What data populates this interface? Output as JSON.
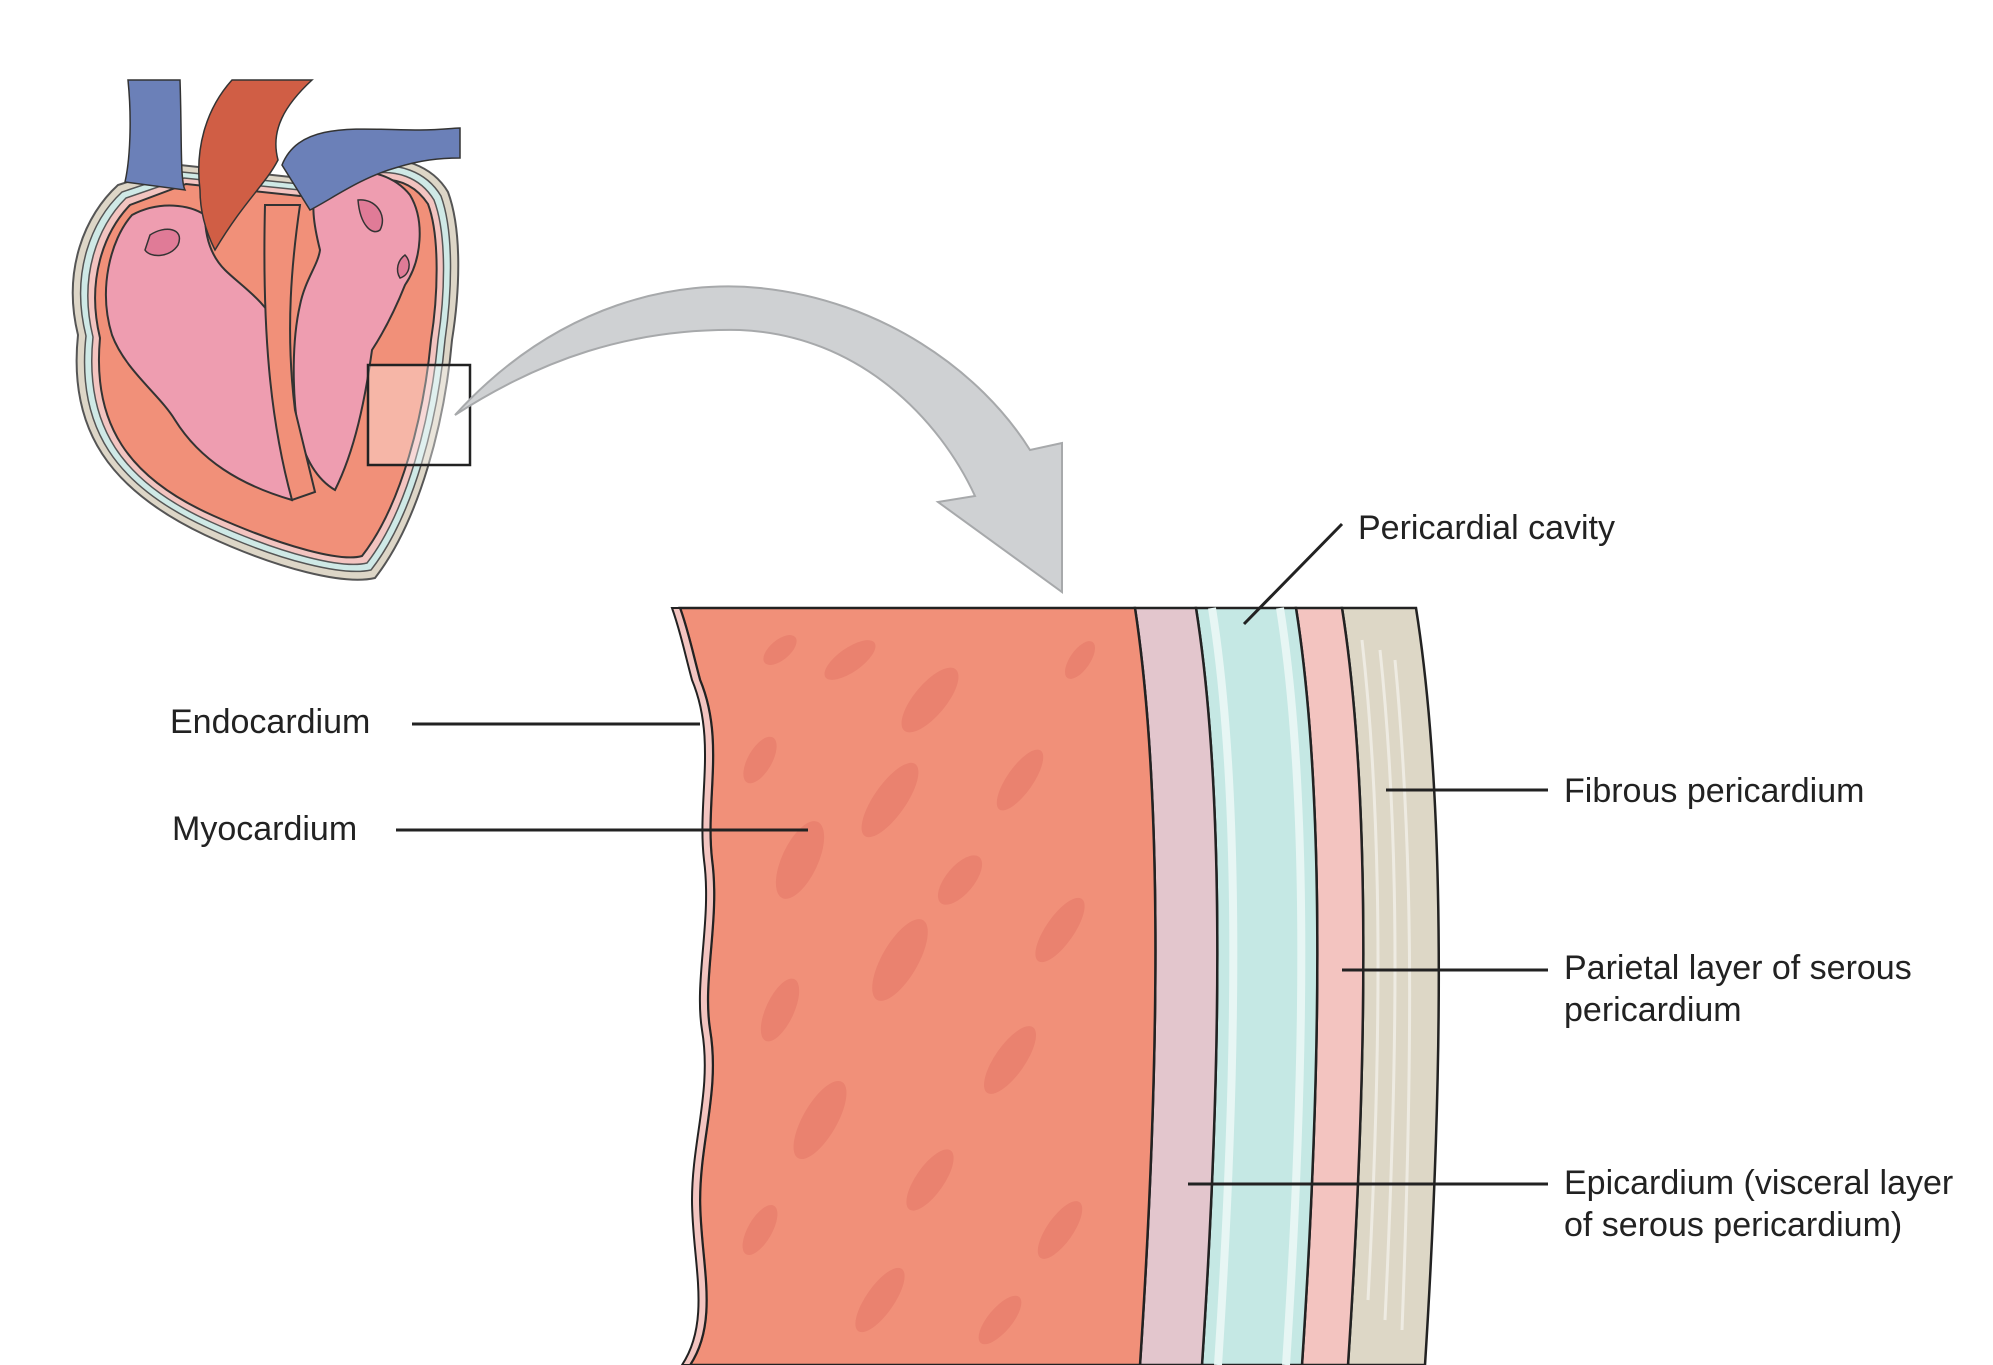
{
  "labels": {
    "pericardial_cavity": "Pericardial cavity",
    "endocardium": "Endocardium",
    "myocardium": "Myocardium",
    "fibrous_pericardium": "Fibrous pericardium",
    "parietal_line1": "Parietal layer of serous",
    "parietal_line2": "pericardium",
    "epicardium_line1": "Epicardium (visceral layer",
    "epicardium_line2": "of serous pericardium)"
  },
  "colors": {
    "myocardium": "#f19079",
    "myocardium_mark": "#e87e6c",
    "heart_wall": "#f19079",
    "heart_chamber": "#ee9db0",
    "vein": "#6b80b8",
    "artery": "#d05e45",
    "epicardium": "#e3c6cd",
    "pericardial_cavity": "#c5e8e4",
    "parietal": "#f3c4c0",
    "fibrous": "#ddd7c6",
    "arrow": "#cfd1d3",
    "line": "#222222"
  }
}
